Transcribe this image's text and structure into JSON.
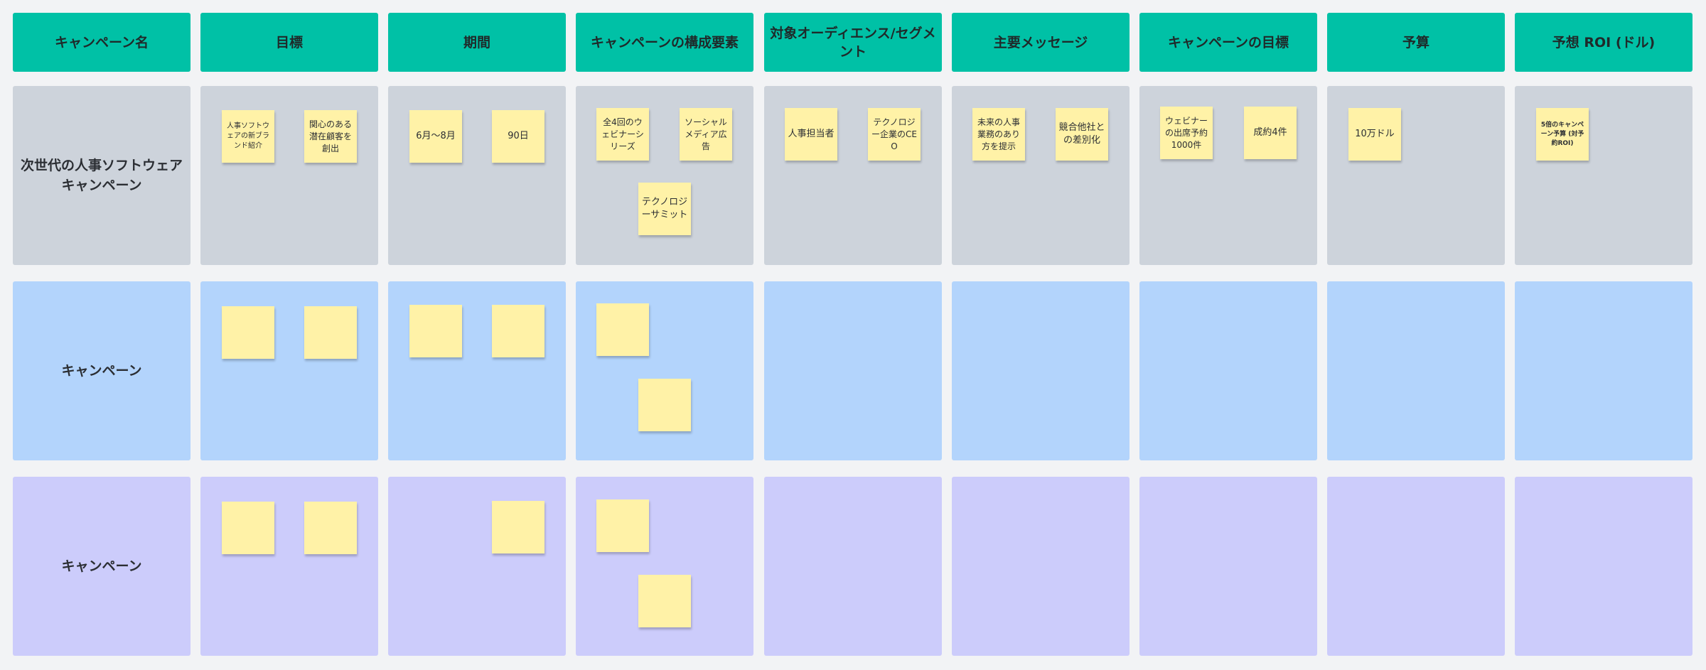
{
  "headers": [
    "キャンペーン名",
    "目標",
    "期間",
    "キャンペーンの構成要素",
    "対象オーディエンス/セグメント",
    "主要メッセージ",
    "キャンペーンの目標",
    "予算",
    "予想 ROI (ドル)"
  ],
  "rows": [
    {
      "name": "次世代の人事ソフトウェアキャンペーン",
      "goals": [
        "人事ソフトウェアの新ブランド紹介",
        "関心のある潜在顧客を創出"
      ],
      "period": [
        "6月～8月",
        "90日"
      ],
      "components": [
        "全4回のウェビナーシリーズ",
        "ソーシャルメディア広告",
        "テクノロジーサミット"
      ],
      "audience": [
        "人事担当者",
        "テクノロジー企業のCEO"
      ],
      "messages": [
        "未来の人事業務のあり方を提示",
        "競合他社との差別化"
      ],
      "campaign_goals": [
        "ウェビナーの出席予約1000件",
        "成約4件"
      ],
      "budget": [
        "10万ドル"
      ],
      "roi": [
        "5倍のキャンペーン予算 (対予約ROI)"
      ]
    },
    {
      "name": "キャンペーン"
    },
    {
      "name": "キャンペーン"
    }
  ]
}
